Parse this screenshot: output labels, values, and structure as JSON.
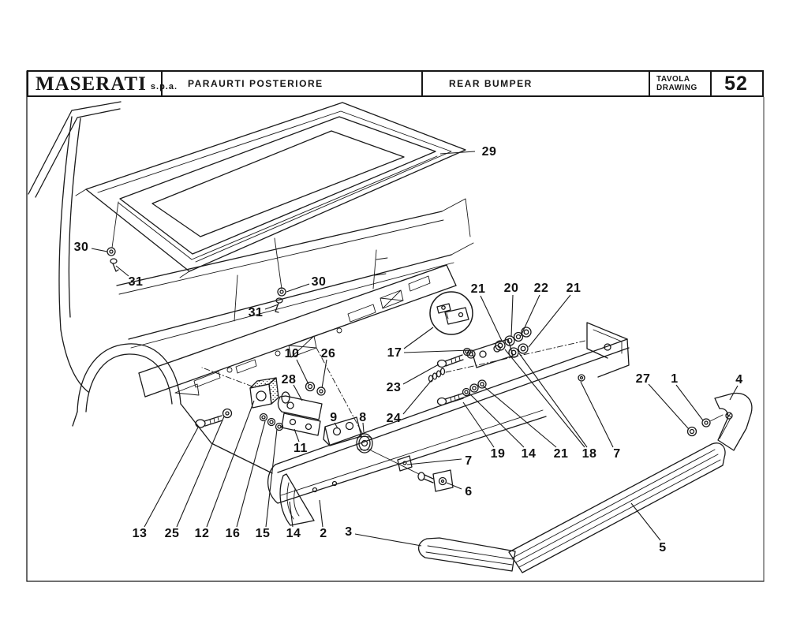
{
  "page": {
    "background": "#ffffff",
    "ink_color": "#1a1a1a"
  },
  "header": {
    "brand": "MASERATI",
    "brand_suffix": "s.p.a.",
    "title_it": "PARAURTI POSTERIORE",
    "title_en": "REAR BUMPER",
    "plate_label_line1": "TAVOLA",
    "plate_label_line2": "DRAWING",
    "plate_number": "52"
  },
  "drawing": {
    "type": "exploded-parts-diagram",
    "subject": "Rear bumper assembly of a Maserati, exploded view with rear three-quarter line drawing of the car, trunk lid and stippled spoiler gasket",
    "callouts": [
      {
        "label": "29"
      },
      {
        "label": "30"
      },
      {
        "label": "31"
      },
      {
        "label": "30"
      },
      {
        "label": "31"
      },
      {
        "label": "21"
      },
      {
        "label": "20"
      },
      {
        "label": "22"
      },
      {
        "label": "21"
      },
      {
        "label": "17"
      },
      {
        "label": "23"
      },
      {
        "label": "24"
      },
      {
        "label": "10"
      },
      {
        "label": "26"
      },
      {
        "label": "28"
      },
      {
        "label": "9"
      },
      {
        "label": "8"
      },
      {
        "label": "11"
      },
      {
        "label": "27"
      },
      {
        "label": "1"
      },
      {
        "label": "4"
      },
      {
        "label": "19"
      },
      {
        "label": "14"
      },
      {
        "label": "21"
      },
      {
        "label": "18"
      },
      {
        "label": "7"
      },
      {
        "label": "7"
      },
      {
        "label": "6"
      },
      {
        "label": "13"
      },
      {
        "label": "25"
      },
      {
        "label": "12"
      },
      {
        "label": "16"
      },
      {
        "label": "15"
      },
      {
        "label": "14"
      },
      {
        "label": "2"
      },
      {
        "label": "3"
      },
      {
        "label": "5"
      }
    ]
  }
}
